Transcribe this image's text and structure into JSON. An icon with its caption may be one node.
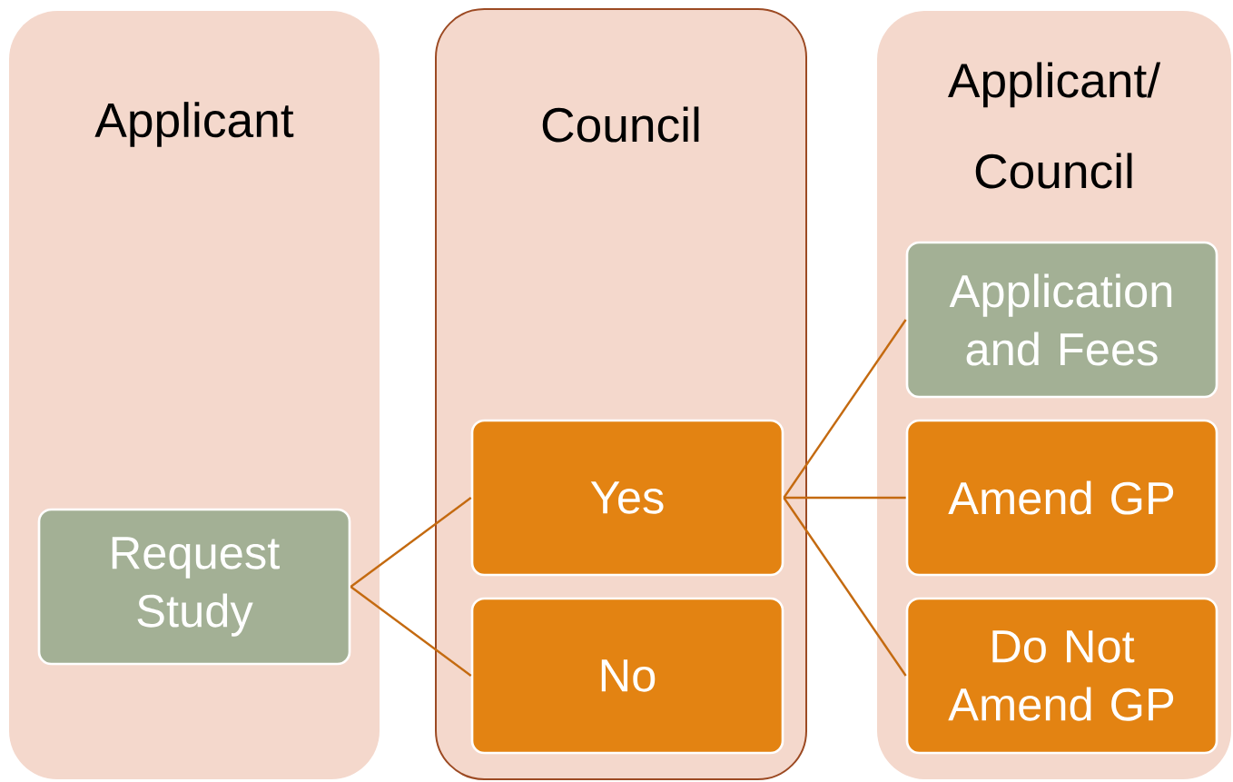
{
  "diagram": {
    "nodes": [
      {
        "text": [
          "Applicant"
        ]
      },
      {
        "text": [
          "Request Study"
        ],
        "in": 0
      },
      {
        "text": [
          "Council"
        ]
      },
      {
        "text": [
          "Yes"
        ],
        "in": 2
      },
      {
        "text": [
          "No"
        ],
        "in": 2
      },
      {
        "text": [
          "Applicant/ Council"
        ]
      },
      {
        "text": [
          "Application and Fees"
        ],
        "in": 5
      },
      {
        "text": [
          "Amend GP"
        ],
        "in": 5
      },
      {
        "text": [
          "Do Not Amend GP"
        ],
        "in": 5
      }
    ],
    "edges": [
      {
        "from": 1,
        "to": 3,
        "arrow": "none"
      },
      {
        "from": 1,
        "to": 4,
        "arrow": "none"
      },
      {
        "from": 3,
        "to": 6,
        "arrow": "none"
      },
      {
        "from": 3,
        "to": 7,
        "arrow": "none"
      },
      {
        "from": 3,
        "to": 8,
        "arrow": "none"
      }
    ]
  }
}
